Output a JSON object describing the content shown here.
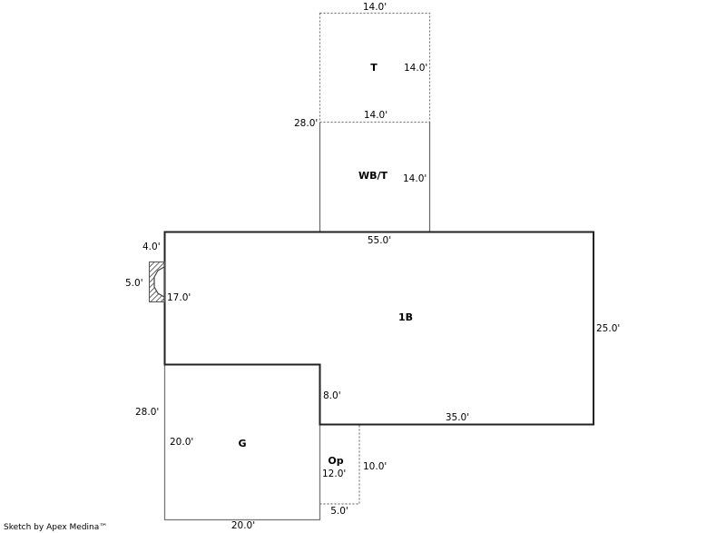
{
  "areas": {
    "main": {
      "name": "1B",
      "top": "55.0'",
      "right": "25.0'",
      "bottom": "35.0'",
      "inner_left": "8.0'",
      "left_lower": "28.0'",
      "left_upper_a": "4.0'",
      "left_upper_b": "17.0'"
    },
    "garage": {
      "name": "G",
      "left": "20.0'",
      "bottom": "20.0'"
    },
    "porch": {
      "name": "Op",
      "left": "12.0'",
      "right": "10.0'",
      "bottom": "5.0'"
    },
    "wbt": {
      "name": "WB/T",
      "top": "14.0'",
      "right": "14.0'",
      "left": "28.0'"
    },
    "t": {
      "name": "T",
      "top": "14.0'",
      "right": "14.0'"
    },
    "fireplace": {
      "width": "5.0'"
    }
  },
  "credit": "Sketch by Apex Medina™"
}
